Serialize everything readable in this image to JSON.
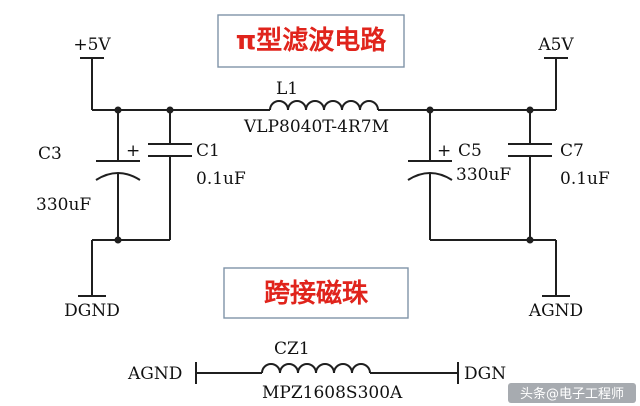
{
  "titles": {
    "pi_filter": "π型滤波电路",
    "bridge_bead": "跨接磁珠"
  },
  "nets": {
    "plus5v": "+5V",
    "a5v": "A5V",
    "dgnd_left": "DGND",
    "agnd_right": "AGND",
    "agnd_bead": "AGND",
    "dgnd_bead": "DGN"
  },
  "components": {
    "c3_ref": "C3",
    "c3_val": "330uF",
    "c1_ref": "C1",
    "c1_val": "0.1uF",
    "l1_ref": "L1",
    "l1_val": "VLP8040T-4R7M",
    "c5_ref": "C5",
    "c5_val": "330uF",
    "c7_ref": "C7",
    "c7_val": "0.1uF",
    "cz1_ref": "CZ1",
    "cz1_val": "MPZ1608S300A",
    "polarity": "+"
  },
  "watermark": "头条@电子工程师",
  "colors": {
    "title_red": "#e0241c",
    "wire": "#1f1f1f",
    "box_border": "#7f93a8"
  }
}
